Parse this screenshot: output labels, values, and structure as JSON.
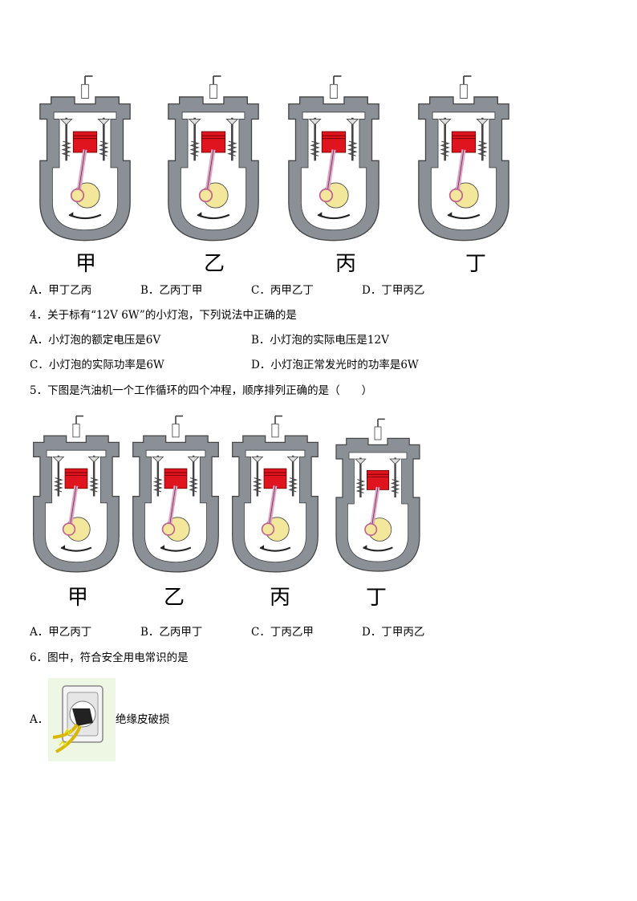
{
  "q3": {
    "captions": [
      "甲",
      "乙",
      "丙",
      "丁"
    ],
    "options": [
      "A．甲丁乙丙",
      "B．乙丙丁甲",
      "C．丙甲乙丁",
      "D．丁甲丙乙"
    ]
  },
  "q4": {
    "stem": "4．关于标有“12V 6W”的小灯泡，下列说法中正确的是",
    "options": [
      "A．小灯泡的额定电压是6V",
      "B．小灯泡的实际电压是12V",
      "C．小灯泡的实际功率是6W",
      "D．小灯泡正常发光时的功率是6W"
    ]
  },
  "q5": {
    "stem": "5．下图是汽油机一个工作循环的四个冲程，顺序排列正确的是（　　）",
    "captions": [
      "甲",
      "乙",
      "丙",
      "丁"
    ],
    "options": [
      "A．甲乙丙丁",
      "B．乙丙甲丁",
      "C．丁丙乙甲",
      "D．丁甲丙乙"
    ]
  },
  "q6": {
    "stem": "6．图中，符合安全用电常识的是",
    "option_a_letter": "A．",
    "option_a_text": "绝缘皮破损"
  },
  "colors": {
    "piston": "#e0141e",
    "casing": "#8a9096",
    "crank": "#f2e79a",
    "rod": "#e8a0c8"
  }
}
